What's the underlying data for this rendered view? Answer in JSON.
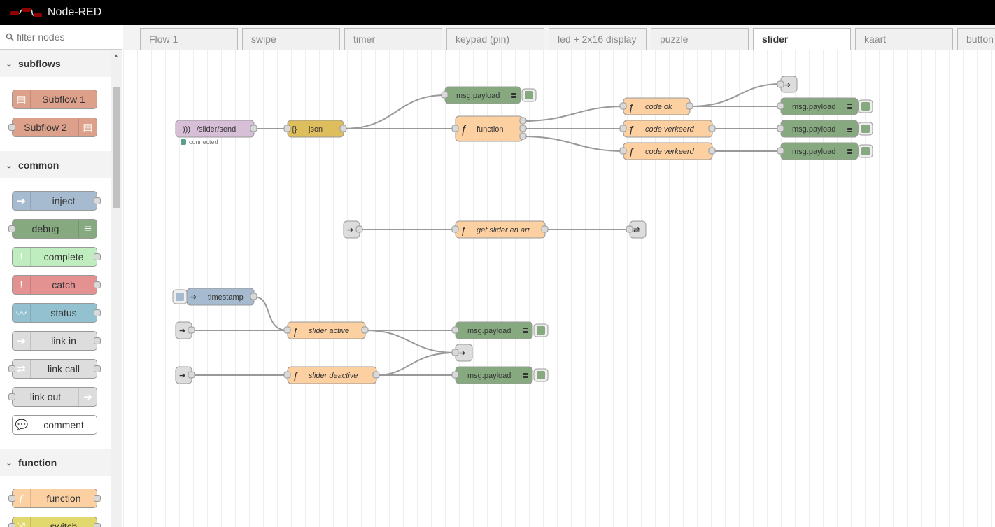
{
  "header": {
    "title": "Node-RED"
  },
  "palette": {
    "filter_placeholder": "filter nodes",
    "categories": [
      {
        "label": "subflows",
        "nodes": [
          "Subflow 1",
          "Subflow 2"
        ]
      },
      {
        "label": "common",
        "nodes": [
          "inject",
          "debug",
          "complete",
          "catch",
          "status",
          "link in",
          "link call",
          "link out",
          "comment"
        ]
      },
      {
        "label": "function",
        "nodes": [
          "function",
          "switch"
        ]
      }
    ]
  },
  "tabs": [
    "Flow 1",
    "swipe",
    "timer",
    "keypad (pin)",
    "led + 2x16 display",
    "puzzle",
    "slider",
    "kaart",
    "button"
  ],
  "active_tab": "slider",
  "flow": {
    "mqtt_in": {
      "label": "/slider/send",
      "status": "connected"
    },
    "json": {
      "label": "json"
    },
    "function": {
      "label": "function"
    },
    "debug_top": {
      "label": "msg.payload"
    },
    "code_ok": {
      "label": "code ok"
    },
    "code_wrong_1": {
      "label": "code verkeerd"
    },
    "code_wrong_2": {
      "label": "code verkeerd"
    },
    "debug_ok": {
      "label": "msg.payload"
    },
    "debug_wrong_1": {
      "label": "msg.payload"
    },
    "debug_wrong_2": {
      "label": "msg.payload"
    },
    "get_slider": {
      "label": "get slider en arr"
    },
    "timestamp": {
      "label": "timestamp"
    },
    "slider_active": {
      "label": "slider active"
    },
    "slider_deactive": {
      "label": "slider deactive"
    },
    "debug_active": {
      "label": "msg.payload"
    },
    "debug_deactive": {
      "label": "msg.payload"
    }
  },
  "colors": {
    "header_bg": "#000000",
    "debug": "#87a980",
    "function": "#fdd0a2",
    "json": "#debd5c",
    "mqtt": "#d8bfd8",
    "inject": "#a6bbcf",
    "link": "#dddddd",
    "subflow": "#dda08a",
    "complete": "#c0edc0",
    "catch": "#e49191",
    "status": "#94c1d0",
    "switch": "#e2d96e",
    "connected": "#5a9e8a"
  }
}
